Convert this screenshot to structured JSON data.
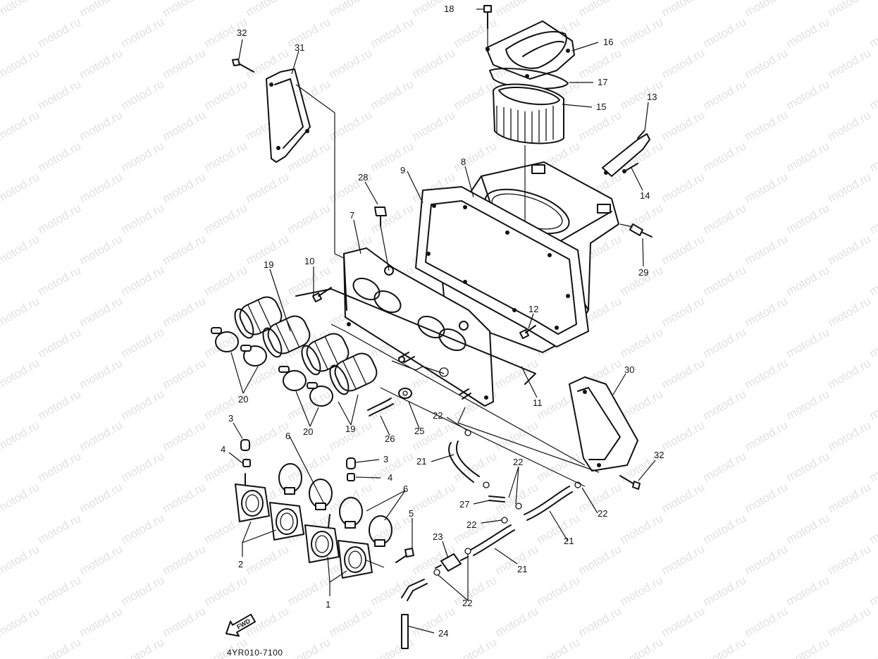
{
  "watermark": "motod.ru",
  "diagram_code": "4YR010-7100",
  "fwd_label": "FWD",
  "callouts": [
    {
      "n": "1"
    },
    {
      "n": "2"
    },
    {
      "n": "3"
    },
    {
      "n": "3"
    },
    {
      "n": "4"
    },
    {
      "n": "4"
    },
    {
      "n": "5"
    },
    {
      "n": "6"
    },
    {
      "n": "6"
    },
    {
      "n": "7"
    },
    {
      "n": "8"
    },
    {
      "n": "9"
    },
    {
      "n": "10"
    },
    {
      "n": "11"
    },
    {
      "n": "12"
    },
    {
      "n": "13"
    },
    {
      "n": "14"
    },
    {
      "n": "15"
    },
    {
      "n": "16"
    },
    {
      "n": "17"
    },
    {
      "n": "18"
    },
    {
      "n": "19"
    },
    {
      "n": "19"
    },
    {
      "n": "20"
    },
    {
      "n": "20"
    },
    {
      "n": "21"
    },
    {
      "n": "21"
    },
    {
      "n": "21"
    },
    {
      "n": "22"
    },
    {
      "n": "22"
    },
    {
      "n": "22"
    },
    {
      "n": "22"
    },
    {
      "n": "22"
    },
    {
      "n": "23"
    },
    {
      "n": "24"
    },
    {
      "n": "25"
    },
    {
      "n": "26"
    },
    {
      "n": "27"
    },
    {
      "n": "28"
    },
    {
      "n": "29"
    },
    {
      "n": "30"
    },
    {
      "n": "31"
    },
    {
      "n": "32"
    },
    {
      "n": "32"
    }
  ]
}
